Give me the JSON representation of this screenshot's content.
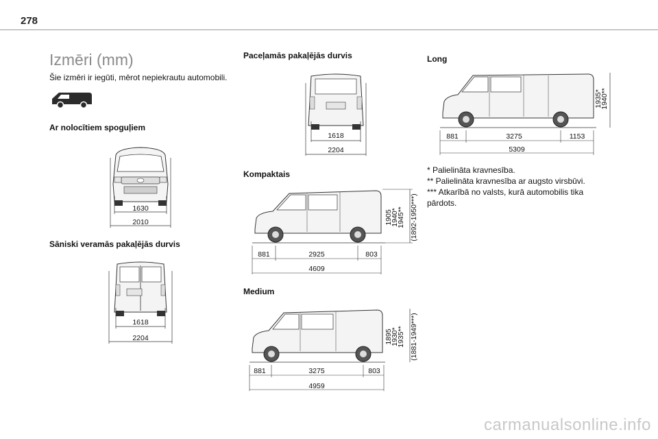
{
  "header": {
    "page_number": "278"
  },
  "main": {
    "title": "Izmēri (mm)",
    "intro": "Šie izmēri ir iegūti, mērot nepiekrautu automobili.",
    "sections": {
      "mirrors": {
        "heading": "Ar nolocītiem spoguļiem",
        "width_inner": "1630",
        "width_outer": "2010"
      },
      "side_doors": {
        "heading": "Sāniski veramās pakaļējās durvis",
        "width_inner": "1618",
        "width_outer": "2204"
      },
      "tailgate": {
        "heading": "Paceļamās pakaļējās durvis",
        "width_inner": "1618",
        "width_outer": "2204"
      },
      "compact": {
        "heading": "Kompaktais",
        "front": "881",
        "wheelbase": "2925",
        "rear": "803",
        "total": "4609",
        "heights": [
          "1905",
          "1940*",
          "1945**",
          "(1892-1950***)"
        ]
      },
      "medium": {
        "heading": "Medium",
        "front": "881",
        "wheelbase": "3275",
        "rear": "803",
        "total": "4959",
        "heights": [
          "1895",
          "1930*",
          "1935**",
          "(1881-1949***)"
        ]
      },
      "long": {
        "heading": "Long",
        "front": "881",
        "wheelbase": "3275",
        "rear": "1153",
        "total": "5309",
        "heights": [
          "1935*",
          "1940**"
        ]
      }
    },
    "notes": [
      "* Palielināta kravnesība.",
      "** Palielināta kravnesība ar augsto virsbūvi.",
      "*** Atkarībā no valsts, kurā automobilis tika pārdots."
    ]
  },
  "footer": {
    "watermark": "carmanualsonline.info"
  }
}
